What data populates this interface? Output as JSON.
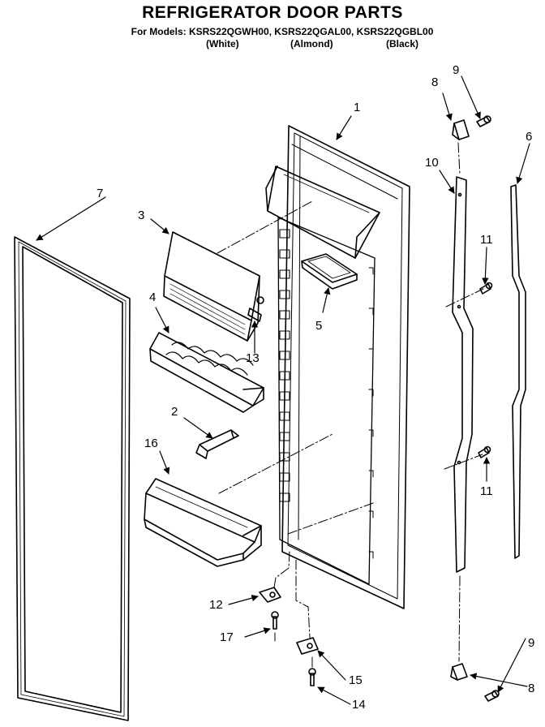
{
  "header": {
    "title": "REFRIGERATOR DOOR PARTS",
    "models_line": "For Models: KSRS22QGWH00, KSRS22QGAL00, KSRS22QGBL00",
    "colors": [
      "(White)",
      "(Almond)",
      "(Black)"
    ]
  },
  "callouts": [
    {
      "id": "c1",
      "label": "1"
    },
    {
      "id": "c2",
      "label": "2"
    },
    {
      "id": "c3",
      "label": "3"
    },
    {
      "id": "c4",
      "label": "4"
    },
    {
      "id": "c5",
      "label": "5"
    },
    {
      "id": "c6",
      "label": "6"
    },
    {
      "id": "c7",
      "label": "7"
    },
    {
      "id": "c8a",
      "label": "8"
    },
    {
      "id": "c8b",
      "label": "8"
    },
    {
      "id": "c9a",
      "label": "9"
    },
    {
      "id": "c9b",
      "label": "9"
    },
    {
      "id": "c10",
      "label": "10"
    },
    {
      "id": "c11a",
      "label": "11"
    },
    {
      "id": "c11b",
      "label": "11"
    },
    {
      "id": "c12",
      "label": "12"
    },
    {
      "id": "c13",
      "label": "13"
    },
    {
      "id": "c14",
      "label": "14"
    },
    {
      "id": "c15",
      "label": "15"
    },
    {
      "id": "c16",
      "label": "16"
    },
    {
      "id": "c17",
      "label": "17"
    }
  ]
}
